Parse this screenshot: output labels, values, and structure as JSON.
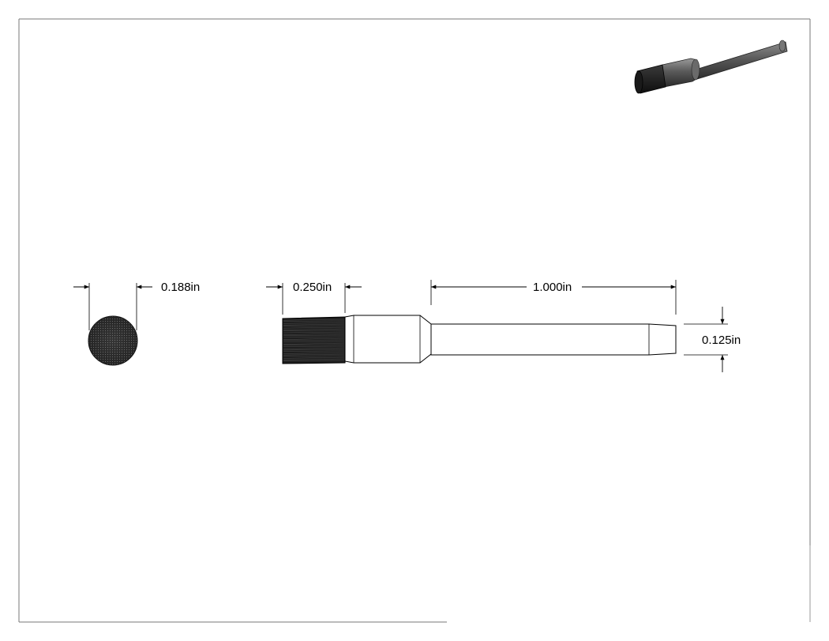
{
  "drawing": {
    "dimensions": {
      "bristle_diameter": "0.188in",
      "bristle_length": "0.250in",
      "handle_length": "1.000in",
      "handle_diameter": "0.125in"
    },
    "views": [
      "end-view",
      "side-view",
      "isometric-view"
    ]
  }
}
